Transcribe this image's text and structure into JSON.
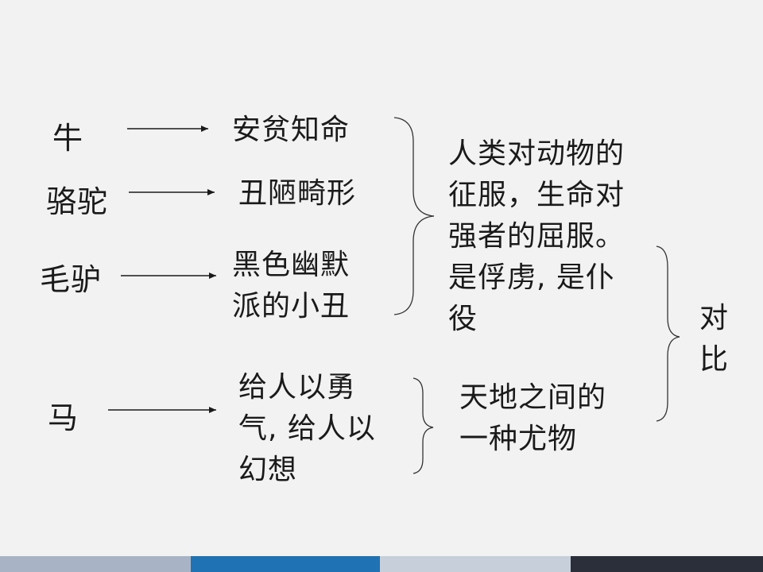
{
  "animals": {
    "ox": "牛",
    "camel": "骆驼",
    "donkey": "毛驴",
    "horse": "马"
  },
  "traits": {
    "ox": "安贫知命",
    "camel": "丑陋畸形",
    "donkey": "黑色幽默\n派的小丑",
    "horse": "给人以勇\n气, 给人以\n幻想"
  },
  "conclusions": {
    "group": "人类对动物的\n征服，生命对\n强者的屈服。\n是俘虏, 是仆\n役",
    "horse": "天地之间的\n一种尤物",
    "contrast": "对\n比"
  },
  "colors": {
    "background": "#f2f2f2",
    "bar1": "#a8b4c6",
    "bar2": "#1f72b4",
    "bar3": "#c6cfda",
    "bar4": "#2a2f3a"
  }
}
